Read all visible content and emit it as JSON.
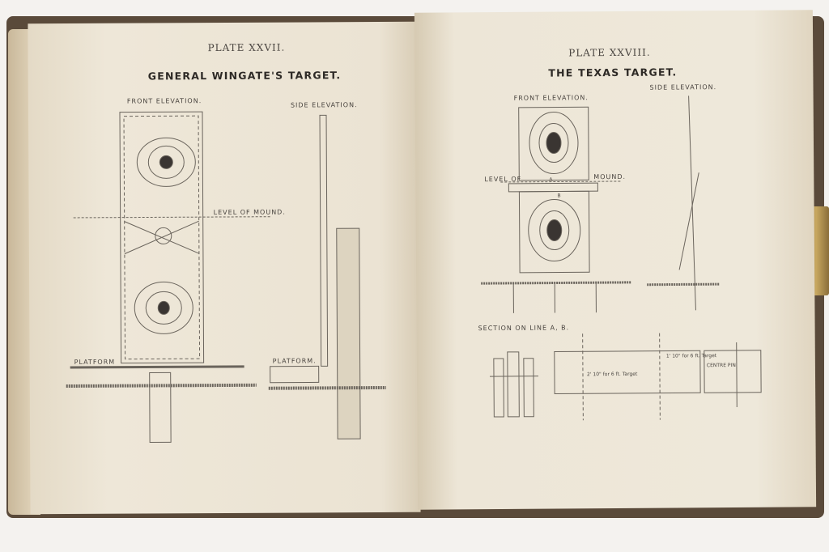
{
  "left_page": {
    "plate": "PLATE XXVII.",
    "title": "GENERAL WINGATE'S TARGET.",
    "front_elevation": "FRONT ELEVATION.",
    "side_elevation": "SIDE ELEVATION.",
    "level_of_mound": "LEVEL OF MOUND.",
    "platform_front": "PLATFORM",
    "platform_side": "PLATFORM."
  },
  "right_page": {
    "plate": "PLATE XXVIII.",
    "title": "THE TEXAS TARGET.",
    "front_elevation": "FRONT ELEVATION.",
    "side_elevation": "SIDE ELEVATION.",
    "level_of": "LEVEL OF",
    "mound": "MOUND.",
    "point_a": "A",
    "point_b": "B",
    "section": "SECTION ON LINE A, B.",
    "dim_1": "1' 10\" for 6 ft. Target",
    "dim_2": "2' 10\" for 6 ft. Target",
    "centre_pin": "CENTRE PIN"
  }
}
